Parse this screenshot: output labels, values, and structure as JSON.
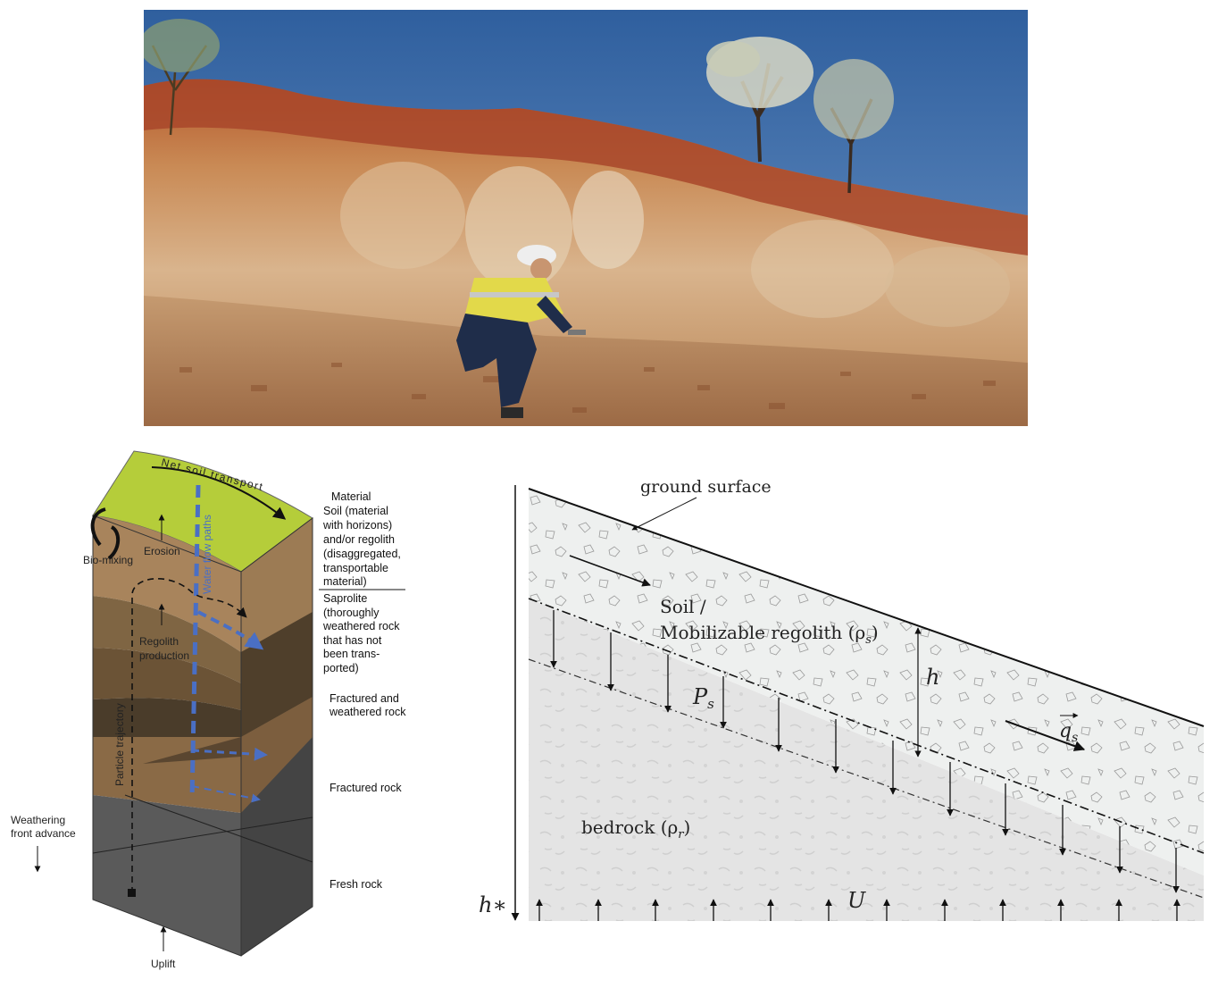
{
  "block_diagram": {
    "top_label": "Net soil transport",
    "erosion": "Erosion",
    "bio_mixing": "Bio-mixing",
    "water_flow": "Water flow paths",
    "regolith_production": [
      "Regolith",
      "production"
    ],
    "particle_trajectory": "Particle trajectory",
    "weathering_front": [
      "Weathering",
      "front advance"
    ],
    "uplift": "Uplift",
    "layers": {
      "material_header": "Material",
      "soil": [
        "Soil (material",
        "with horizons)",
        "and/or regolith",
        "(disaggregated,",
        "transportable",
        "material)"
      ],
      "saprolite": [
        "Saprolite",
        "(thoroughly",
        "weathered rock",
        "that has not",
        "been trans-",
        "ported)"
      ],
      "fractured_weathered": [
        "Fractured and",
        "weathered rock"
      ],
      "fractured": "Fractured rock",
      "fresh": "Fresh rock"
    }
  },
  "slope_diagram": {
    "ground_surface": "ground surface",
    "soil_label": "Soil /",
    "regolith_label": "Mobilizable regolith (ρ",
    "regolith_sub": "s",
    "h": "h",
    "ps": "P",
    "ps_sub": "s",
    "qs": "q",
    "qs_sub": "s",
    "bedrock": "bedrock (ρ",
    "bedrock_sub": "r",
    "u": "U",
    "hstar": "h∗"
  },
  "colors": {
    "sky": "#3e6fae",
    "soil_red": "#a24a26",
    "ochre": "#c58a4e",
    "topsoil_green": "#b5cd3a",
    "soil_brown": "#a8845c",
    "saprolite_brown": "#6f5a3c",
    "fractured_brown": "#4a3c2a",
    "fresh_rock": "#5a5a5a",
    "water_blue": "#4a6fc4"
  }
}
